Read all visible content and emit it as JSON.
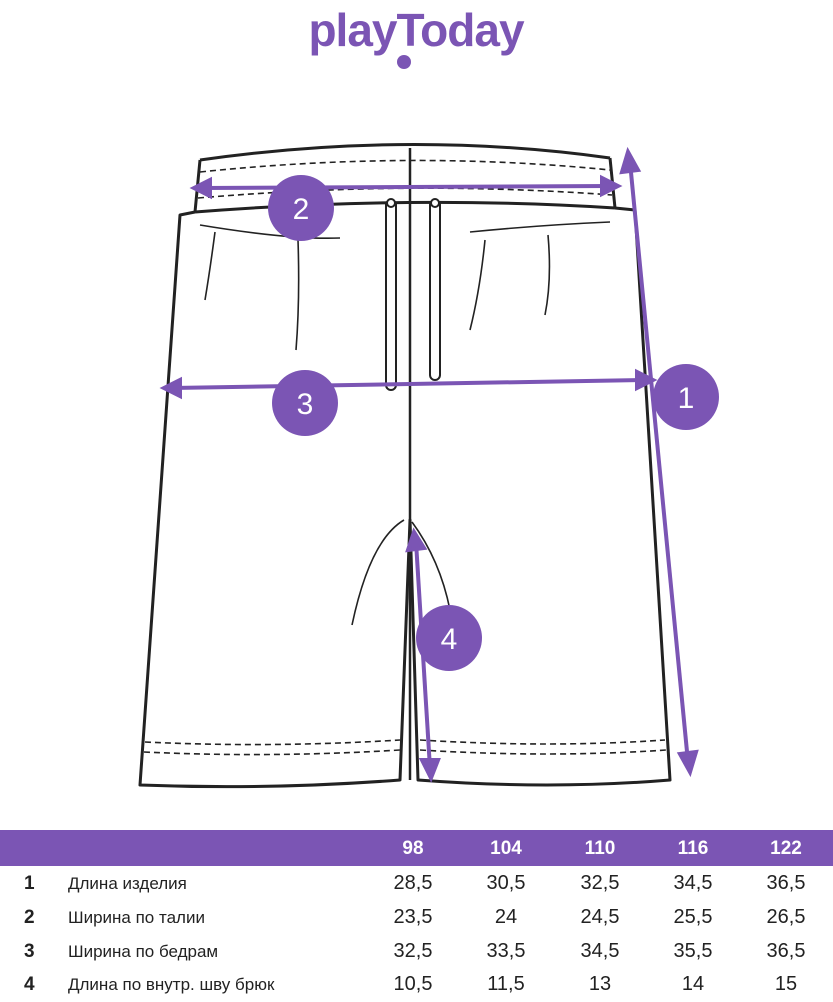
{
  "brand": {
    "logo_text": "playToday",
    "accent_color": "#7b55b4"
  },
  "diagram": {
    "markers": [
      {
        "label": "1",
        "measure": "length"
      },
      {
        "label": "2",
        "measure": "waist"
      },
      {
        "label": "3",
        "measure": "hips"
      },
      {
        "label": "4",
        "measure": "inseam"
      }
    ]
  },
  "size_table": {
    "header_color": "#7b55b4",
    "sizes": [
      "98",
      "104",
      "110",
      "116",
      "122"
    ],
    "rows": [
      {
        "num": "1",
        "name": "Длина изделия",
        "values": [
          "28,5",
          "30,5",
          "32,5",
          "34,5",
          "36,5"
        ]
      },
      {
        "num": "2",
        "name": "Ширина по талии",
        "values": [
          "23,5",
          "24",
          "24,5",
          "25,5",
          "26,5"
        ]
      },
      {
        "num": "3",
        "name": "Ширина по бедрам",
        "values": [
          "32,5",
          "33,5",
          "34,5",
          "35,5",
          "36,5"
        ]
      },
      {
        "num": "4",
        "name": "Длина по внутр. шву брюк",
        "values": [
          "10,5",
          "11,5",
          "13",
          "14",
          "15"
        ]
      }
    ]
  }
}
